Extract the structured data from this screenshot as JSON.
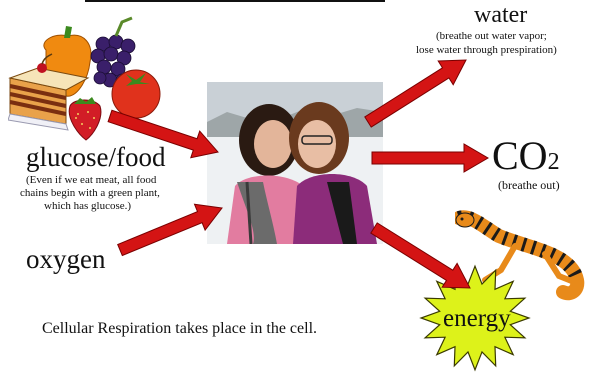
{
  "labels": {
    "water": "water",
    "water_note_1": "(breathe out water vapor;",
    "water_note_2": "lose water through prespiration)",
    "glucose": "glucose/food",
    "glucose_note_1": "(Even if we eat meat, all food",
    "glucose_note_2": "chains begin with a green plant,",
    "glucose_note_3": "which has glucose.)",
    "oxygen": "oxygen",
    "co2_main": "CO",
    "co2_sub": "2",
    "co2_note": "(breathe out)",
    "energy": "energy",
    "caption": "Cellular Respiration takes place in the cell."
  },
  "colors": {
    "arrow": "#d41414",
    "arrow_outline": "#7a0000",
    "starburst": "#ddf21a",
    "starburst_outline": "#3a3a00"
  },
  "icons": [
    "fruit-and-cake-illustration",
    "people-photo",
    "tiger-illustration",
    "starburst-shape"
  ]
}
